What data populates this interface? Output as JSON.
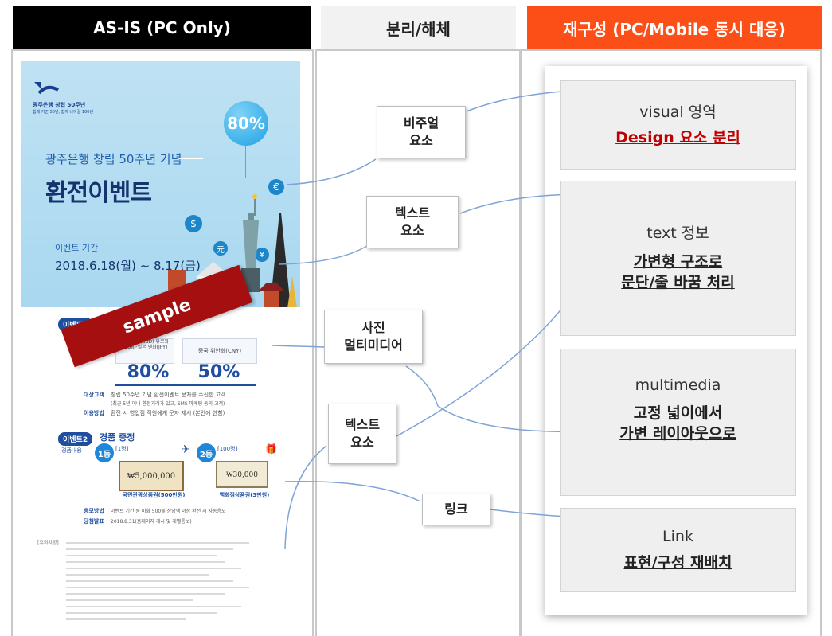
{
  "headers": {
    "asis": "AS-IS (PC Only)",
    "split": "분리/해체",
    "rebuild": "재구성 (PC/Mobile 동시 대응)"
  },
  "colors": {
    "asis_header": "#000000",
    "split_header": "#f2f2f2",
    "rebuild_header": "#fc4f18",
    "accent_red": "#c00000",
    "arrow": "#7fa3d6",
    "sample_banner": "#a50f0f"
  },
  "poster": {
    "logo_line1": "광주은행 창립 50주년",
    "logo_line2": "함께 가꾼 50년, 함께 나아갈 100년",
    "percent_bubble": "80%",
    "subtitle": "광주은행 창립 50주년 기념",
    "title": "환전이벤트",
    "period_label": "이벤트 기간",
    "period": "2018.6.18(월) ~ 8.17(금)",
    "coins": [
      "€",
      "$",
      "元",
      "¥"
    ],
    "event1_badge": "이벤트1",
    "col1_label": "미국 달러(USD)·유로화(EUR)·일본 엔화(JPY)",
    "col2_label": "중국 위안화(CNY)",
    "rate1": "80%",
    "rate2": "50%",
    "target_label": "대상고객",
    "target_text": "창립 50주년 기념 환전이벤트 문자를 수신한 고객",
    "target_text2": "(최근 5년 이내 환전거래가 있고, SMS 마케팅 동의 고객)",
    "method_label": "이용방법",
    "method_text": "환전 시 영업점 직원에게 문자 제시 (본인에 한함)",
    "event2_badge": "이벤트2",
    "event2_title": "경품 증정",
    "prize_label": "경품내용",
    "prize1_rank": "1등",
    "prize1_count": "[1명]",
    "prize1_amount": "₩5,000,000",
    "prize1_name": "국민관광상품권(500만원)",
    "prize2_rank": "2등",
    "prize2_count": "[100명]",
    "prize2_amount": "₩30,000",
    "prize2_name": "백화점상품권(3만원)",
    "apply_label": "응모방법",
    "apply_text": "이벤트 기간 중 미화 500불 상당액 이상 환전 시 자동응모",
    "announce_label": "당첨발표",
    "announce_text": "2018.8.31(홈페이지 게시 및 개별통보)",
    "notice_label": "[유의사항]",
    "sample_banner": "sample"
  },
  "labels": {
    "visual": [
      "비주얼",
      "요소"
    ],
    "text1": [
      "텍스트",
      "요소"
    ],
    "photo": [
      "사진",
      "멀티미디어"
    ],
    "text2": [
      "텍스트",
      "요소"
    ],
    "link": "링크"
  },
  "boxes": [
    {
      "title": "visual 영역",
      "desc": [
        "Design 요소 분리"
      ]
    },
    {
      "title": "text 정보",
      "desc": [
        "가변형 구조로",
        "문단/줄 바꿈 처리"
      ]
    },
    {
      "title": "multimedia",
      "desc": [
        "고정 넓이에서",
        "가변 레이아웃으로"
      ]
    },
    {
      "title": "Link",
      "desc": [
        "표현/구성 재배치"
      ]
    }
  ]
}
